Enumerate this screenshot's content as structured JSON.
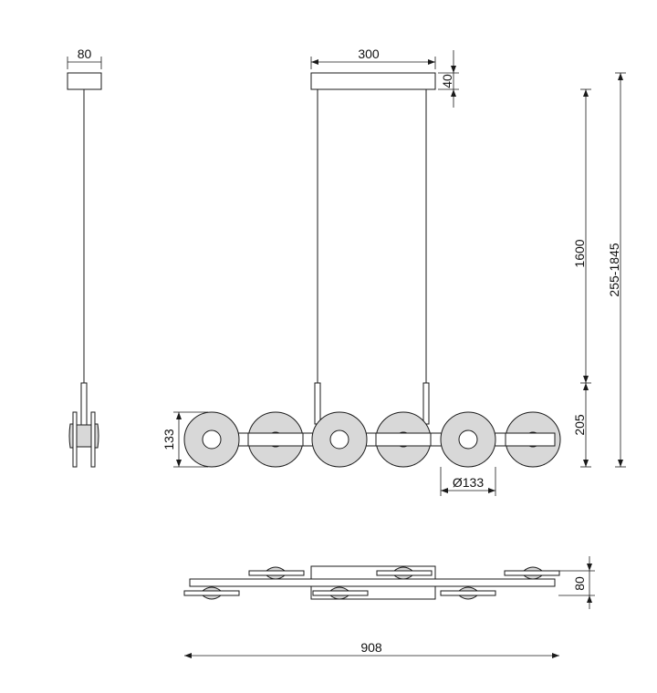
{
  "dimensions": {
    "side_width": "80",
    "canopy_width": "300",
    "canopy_height": "40",
    "cable_length": "1600",
    "total_height": "255-1845",
    "disc_height": "133",
    "body_height": "205",
    "disc_diameter": "Ø133",
    "depth": "80",
    "total_length": "908"
  }
}
